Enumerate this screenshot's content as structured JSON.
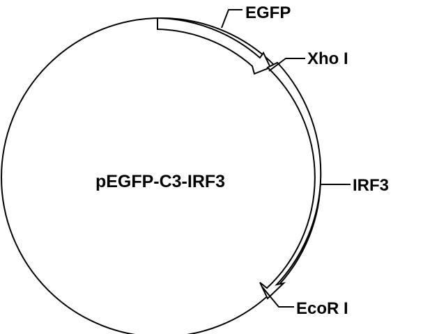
{
  "plasmid": {
    "name": "pEGFP-C3-IRF3"
  },
  "features": [
    {
      "id": "egfp",
      "label": "EGFP"
    },
    {
      "id": "irf3",
      "label": "IRF3"
    }
  ],
  "sites": [
    {
      "id": "xhoi",
      "label": "Xho I"
    },
    {
      "id": "ecori",
      "label": "EcoR I"
    }
  ],
  "colors": {
    "stroke": "#000000",
    "background": "#ffffff"
  }
}
